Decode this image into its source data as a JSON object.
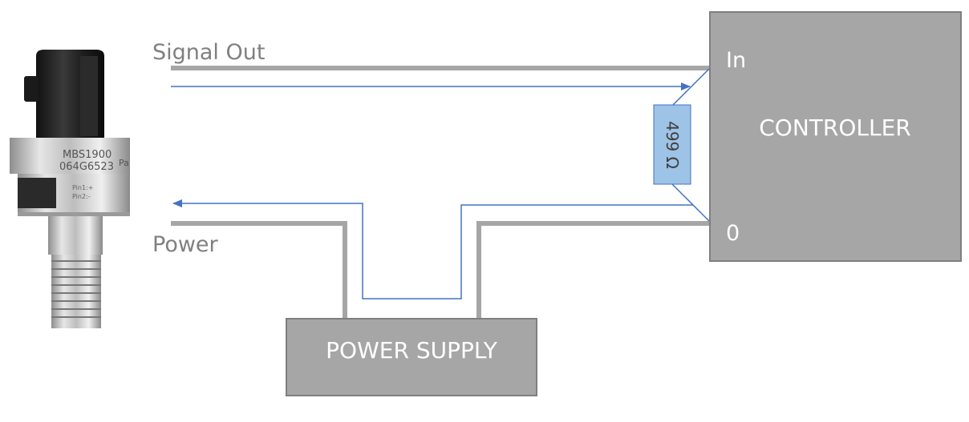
{
  "labels": {
    "signal_out": "Signal Out",
    "power": "Power",
    "controller": "CONTROLLER",
    "controller_in": "In",
    "controller_zero": "0",
    "power_supply": "POWER SUPPLY",
    "resistor": "499 Ω"
  },
  "sensor_markings": {
    "model": "MBS1900",
    "part": "064G6523",
    "pin1": "Pin1:+",
    "pin2": "Pin2:-",
    "suffix": "Pa"
  },
  "colors": {
    "block_fill": "#a6a6a6",
    "block_stroke": "#7f7f7f",
    "wire_gray": "#a6a6a6",
    "wire_blue": "#4472c4",
    "resistor_fill": "#9dc3e6",
    "label_gray": "#808080",
    "block_text": "#ffffff"
  }
}
